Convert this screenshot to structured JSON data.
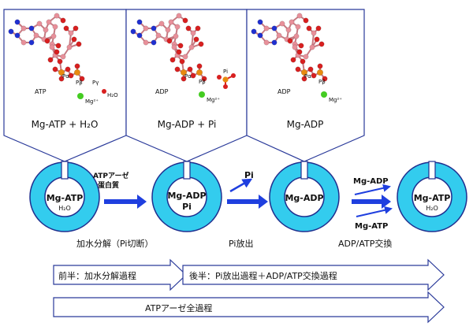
{
  "panels": [
    {
      "caption": "Mg-ATP + H₂O",
      "molecule_label": "ATP",
      "labels": {
        "pa": "Pα",
        "pb": "Pβ",
        "pg": "Pγ",
        "mg": "Mg²⁺",
        "water": "H₂O"
      }
    },
    {
      "caption": "Mg-ADP + Pi",
      "molecule_label": "ADP",
      "labels": {
        "pa": "Pα",
        "pb": "Pβ",
        "pi": "Pi",
        "mg": "Mg²⁺"
      }
    },
    {
      "caption": "Mg-ADP",
      "molecule_label": "ADP",
      "labels": {
        "pa": "Pα",
        "pb": "Pβ",
        "mg": "Mg²⁺"
      }
    }
  ],
  "rings": [
    {
      "line1": "Mg-ATP",
      "line2": "H₂O"
    },
    {
      "line1": "Mg-ADP",
      "line2": "Pi"
    },
    {
      "line1": "Mg-ADP",
      "line2": ""
    },
    {
      "line1": "Mg-ATP",
      "line2": "H₂O"
    }
  ],
  "enzyme_label": {
    "line1": "ATPアーゼ",
    "line2": "蛋白質"
  },
  "pi_release_label": "Pi",
  "exchange_in": "Mg-ADP",
  "exchange_out": "Mg-ATP",
  "steps": {
    "hydrolysis": "加水分解（Pi切断）",
    "release": "Pi放出",
    "exchange": "ADP/ATP交換"
  },
  "process_arrows": {
    "first_half": "前半：加水分解過程",
    "second_half": "後半：Pi放出過程＋ADP/ATP交換過程",
    "whole": "ATPアーゼ全過程"
  },
  "colors": {
    "ring_fill": "#33ccee",
    "ring_stroke": "#1f2f8f",
    "arrow_blue": "#1f3fdf",
    "outline_blue": "#2a3a9a",
    "atom_pink": "#e8909a",
    "atom_red": "#d82020",
    "atom_blue": "#2030d0",
    "atom_orange": "#e88a10",
    "atom_green": "#44cc22"
  }
}
